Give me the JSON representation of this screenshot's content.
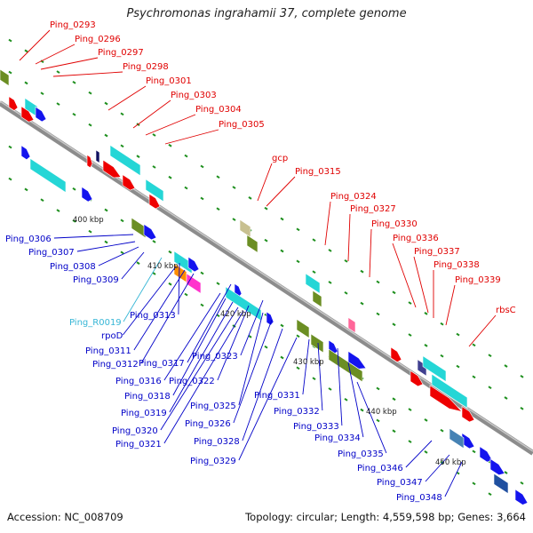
{
  "title": "Psychromonas ingrahamii 37, complete genome",
  "accession_label": "Accession: NC_008709",
  "genome_summary": "Topology: circular; Length: 4,559,598 bp; Genes: 3,664",
  "colors": {
    "backbone": "#8c8c8c",
    "forward_label": "#e00000",
    "reverse_label": "#0000c8",
    "rna_label": "#36b6d6",
    "cds_red": "#ee0000",
    "cds_blue": "#1414ee",
    "gene_cyan": "#25d6d6",
    "gene_olive": "#6b8e23",
    "tick": "#1e8f1e"
  },
  "ruler": [
    {
      "label": "400 kbp"
    },
    {
      "label": "410 kbp"
    },
    {
      "label": "420 kbp"
    },
    {
      "label": "430 kbp"
    },
    {
      "label": "440 kbp"
    },
    {
      "label": "450 kbp"
    }
  ],
  "top_labels": [
    {
      "text": "Ping_0293"
    },
    {
      "text": "Ping_0296"
    },
    {
      "text": "Ping_0297"
    },
    {
      "text": "Ping_0298"
    },
    {
      "text": "Ping_0301"
    },
    {
      "text": "Ping_0303"
    },
    {
      "text": "Ping_0304"
    },
    {
      "text": "Ping_0305"
    },
    {
      "text": "gcp"
    },
    {
      "text": "Ping_0315"
    },
    {
      "text": "Ping_0324"
    },
    {
      "text": "Ping_0327"
    },
    {
      "text": "Ping_0330"
    },
    {
      "text": "Ping_0336"
    },
    {
      "text": "Ping_0337"
    },
    {
      "text": "Ping_0338"
    },
    {
      "text": "Ping_0339"
    },
    {
      "text": "rbsC"
    }
  ],
  "bottom_labels": [
    {
      "text": "Ping_0306"
    },
    {
      "text": "Ping_0307"
    },
    {
      "text": "Ping_0308"
    },
    {
      "text": "Ping_0309"
    },
    {
      "text": "Ping_R0019",
      "rna": true
    },
    {
      "text": "Ping_0313"
    },
    {
      "text": "rpoD"
    },
    {
      "text": "Ping_0311"
    },
    {
      "text": "Ping_0312"
    },
    {
      "text": "Ping_0317"
    },
    {
      "text": "Ping_0316"
    },
    {
      "text": "Ping_0323"
    },
    {
      "text": "Ping_0318"
    },
    {
      "text": "Ping_0322"
    },
    {
      "text": "Ping_0319"
    },
    {
      "text": "Ping_0325"
    },
    {
      "text": "Ping_0320"
    },
    {
      "text": "Ping_0326"
    },
    {
      "text": "Ping_0321"
    },
    {
      "text": "Ping_0328"
    },
    {
      "text": "Ping_0329"
    },
    {
      "text": "Ping_0331"
    },
    {
      "text": "Ping_0332"
    },
    {
      "text": "Ping_0333"
    },
    {
      "text": "Ping_0334"
    },
    {
      "text": "Ping_0335"
    },
    {
      "text": "Ping_0346"
    },
    {
      "text": "Ping_0347"
    },
    {
      "text": "Ping_0348"
    }
  ]
}
